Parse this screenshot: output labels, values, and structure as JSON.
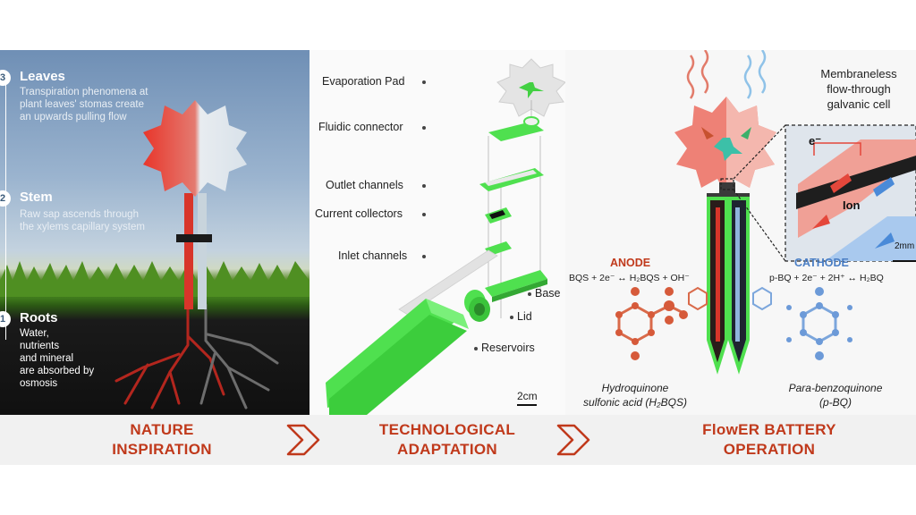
{
  "nature": {
    "steps": [
      {
        "num": "3",
        "title": "Leaves",
        "desc": [
          "Transpiration phenomena at",
          "plant leaves' stomas create",
          "an upwards pulling flow"
        ]
      },
      {
        "num": "2",
        "title": "Stem",
        "desc": [
          "Raw sap ascends through",
          "the xylems capillary system"
        ]
      },
      {
        "num": "1",
        "title": "Roots",
        "desc": [
          "Water,",
          "nutrients",
          "and mineral",
          "are absorbed by",
          "osmosis"
        ]
      }
    ]
  },
  "tech": {
    "labels": [
      "Evaporation Pad",
      "Fluidic connector",
      "Outlet channels",
      "Current collectors",
      "Inlet channels",
      "Base",
      "Lid",
      "Reservoirs"
    ],
    "scale_bar": "2cm"
  },
  "flower": {
    "cell_title": [
      "Membraneless",
      "flow-through",
      "galvanic cell"
    ],
    "inset": {
      "electron": "e⁻",
      "ion": "Ion",
      "scale": "2mm"
    },
    "anode": {
      "title": "ANODE",
      "equation": "BQS + 2e⁻ ↔ H₂BQS + OH⁻",
      "name": [
        "Hydroquinone",
        "sulfonic acid (H₂BQS)"
      ]
    },
    "cathode": {
      "title": "CATHODE",
      "equation": "p-BQ + 2e⁻ + 2H⁺ ↔ H₂BQ",
      "name": [
        "Para-benzoquinone",
        "(p-BQ)"
      ]
    }
  },
  "stages": [
    {
      "line1": "NATURE",
      "line2": "INSPIRATION"
    },
    {
      "line1": "TECHNOLOGICAL",
      "line2": "ADAPTATION"
    },
    {
      "line1": "FlowER BATTERY",
      "line2": "OPERATION"
    }
  ],
  "colors": {
    "accent": "#c0391b",
    "green": "#4fe04f",
    "anode_red": "#e0583a",
    "cathode_blue": "#6c9ad8"
  }
}
